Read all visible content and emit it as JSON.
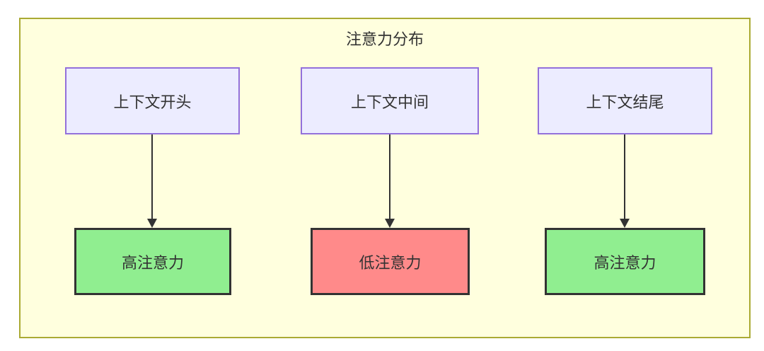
{
  "diagram": {
    "title": "注意力分布",
    "columns": [
      {
        "source": {
          "label": "上下文开头"
        },
        "arrow": {
          "direction": "down",
          "style": "solid"
        },
        "target": {
          "label": "高注意力",
          "level": "high"
        }
      },
      {
        "source": {
          "label": "上下文中间"
        },
        "arrow": {
          "direction": "down",
          "style": "solid"
        },
        "target": {
          "label": "低注意力",
          "level": "low"
        }
      },
      {
        "source": {
          "label": "上下文结尾"
        },
        "arrow": {
          "direction": "down",
          "style": "solid"
        },
        "target": {
          "label": "高注意力",
          "level": "high"
        }
      }
    ],
    "colors": {
      "page_background": "#FFFFFF",
      "subgraph_fill": "#FFFFDE",
      "subgraph_border": "#AAAA33",
      "source_fill": "#ECECFF",
      "source_border": "#9370DB",
      "high_attention_fill": "#90EE90",
      "low_attention_fill": "#FF8A8A",
      "target_border": "#333333",
      "arrow": "#333333",
      "text": "#333333"
    }
  }
}
